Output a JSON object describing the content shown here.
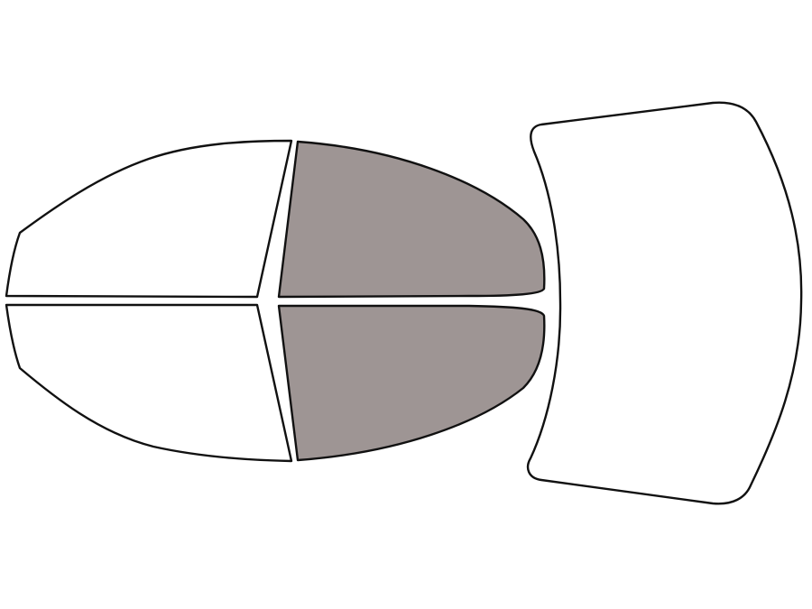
{
  "colors": {
    "background": "#ffffff",
    "outline": "#111111",
    "unselected": "#ffffff",
    "selected": "#9e9594"
  },
  "windows": [
    {
      "id": "front-left-door-window",
      "selected": false
    },
    {
      "id": "rear-left-door-window",
      "selected": true
    },
    {
      "id": "front-right-door-window",
      "selected": false
    },
    {
      "id": "rear-right-door-window",
      "selected": true
    },
    {
      "id": "rear-windshield",
      "selected": false
    }
  ]
}
